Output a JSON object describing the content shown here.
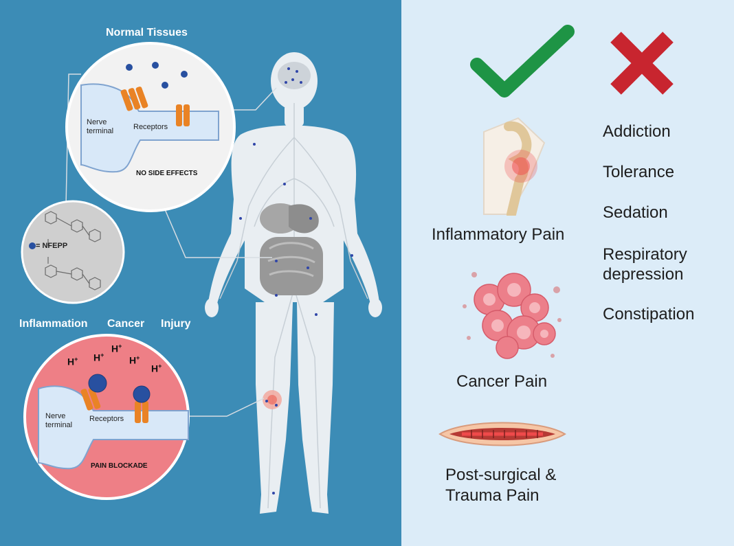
{
  "left": {
    "normal_title": "Normal Tissues",
    "normal_nerve_label": "Nerve terminal",
    "normal_receptors_label": "Receptors",
    "no_side_effects": "NO SIDE EFFECTS",
    "nfepp_label": "= NFEPP",
    "conditions": [
      "Inflammation",
      "Cancer",
      "Injury"
    ],
    "proton_label": "H",
    "proton_charge": "+",
    "inflamed_nerve_label": "Nerve terminal",
    "inflamed_receptors_label": "Receptors",
    "pain_blockade": "PAIN BLOCKADE"
  },
  "right": {
    "pain_types": [
      "Inflammatory Pain",
      "Cancer Pain",
      "Post-surgical & Trauma Pain"
    ],
    "side_effects": [
      "Addiction",
      "Tolerance",
      "Sedation",
      "Respiratory depression",
      "Constipation"
    ]
  },
  "colors": {
    "background_left": "#3c8cb6",
    "background_right": "#dcecf8",
    "check": "#1e9445",
    "cross": "#c8252f",
    "receptor": "#e98325",
    "nfepp_dot": "#2850a0",
    "inflamed_circle": "#ee7f86"
  }
}
